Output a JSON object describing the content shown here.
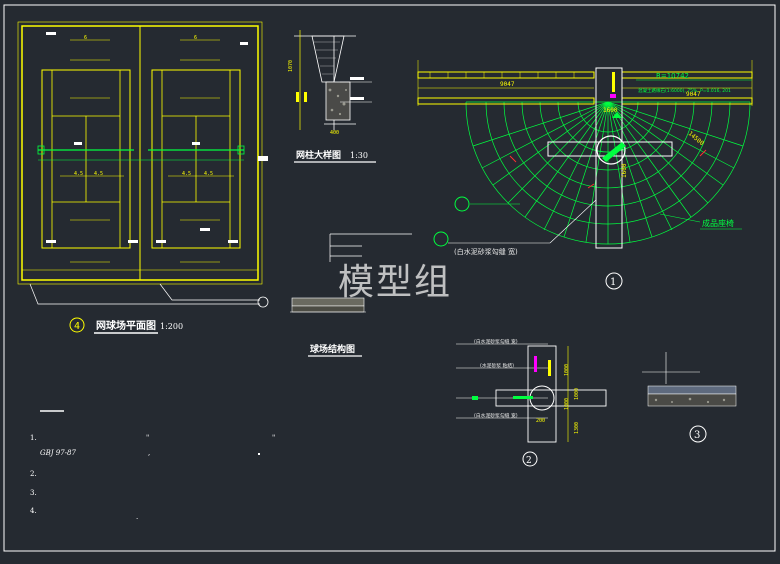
{
  "colors": {
    "background": "#252a31",
    "yellow": "#ffff00",
    "green": "#00ff40",
    "white": "#ffffff",
    "magenta": "#ff00ff"
  },
  "watermark": "模型组",
  "court_plan": {
    "title": "网球场平面图",
    "scale": "1:200",
    "number": "4",
    "dims": [
      "4.5",
      "4.5",
      "4.5",
      "4.5",
      "6",
      "6"
    ]
  },
  "post_detail": {
    "title": "网柱大样图",
    "scale": "1:30",
    "dim_left": "1070",
    "dim_bottom": "400"
  },
  "fan_detail": {
    "number": "1",
    "dim_left": "9047",
    "dim_right": "9047",
    "dim_mid": "1600",
    "dim_vertical": "1600",
    "dim_arc": "14500",
    "note_top": "R=10742",
    "note_line": "混凝土路缘石(1:6000), 75%, P=0.016, 201",
    "label_product": "成品座椅",
    "label_sand": "(白水泥砂浆勾缝 宽)"
  },
  "site_structure": {
    "title": "球场结构图"
  },
  "detail_2": {
    "number": "2",
    "labels": [
      "(白水泥砂浆勾缝 宽)",
      "(水泥砂浆 粘结)",
      "(白水泥砂浆勾缝 宽)"
    ],
    "dims": [
      "200",
      "1000",
      "1000",
      "1000",
      "1300"
    ]
  },
  "detail_3": {
    "number": "3"
  },
  "notes": {
    "heading": "—",
    "items": [
      {
        "num": "1.",
        "text": "\"",
        "text2": "\""
      },
      {
        "num": "",
        "text": "GBJ 97-87",
        "text2": ","
      },
      {
        "num": "2.",
        "text": ""
      },
      {
        "num": "3.",
        "text": ""
      },
      {
        "num": "4.",
        "text": "",
        "text2": "."
      }
    ]
  }
}
